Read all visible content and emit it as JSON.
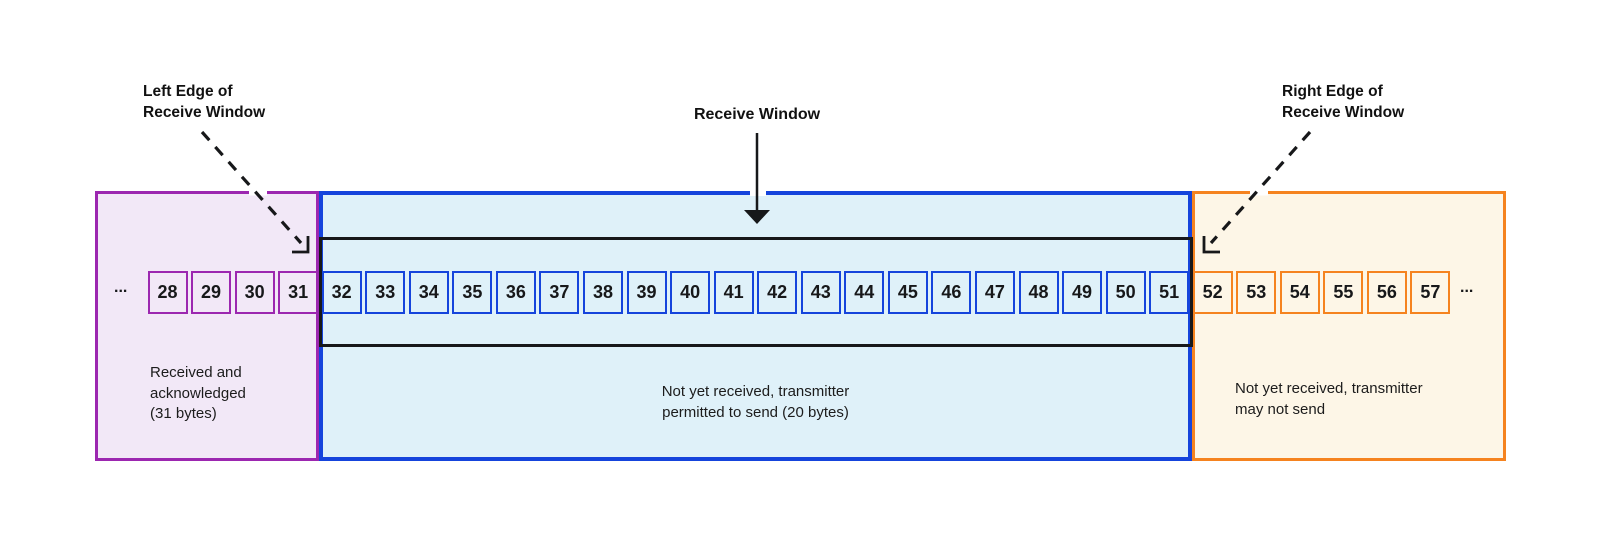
{
  "labels": {
    "left_edge": "Left Edge of\nReceive Window",
    "receive_window": "Receive Window",
    "right_edge": "Right Edge of\nReceive Window"
  },
  "segments": {
    "acknowledged": {
      "caption": "Received and\nacknowledged\n(31 bytes)",
      "cells": [
        28,
        29,
        30,
        31
      ],
      "border_color": "#9C27B0",
      "fill_color": "#F2E8F7"
    },
    "receive_window": {
      "caption": "Not yet received, transmitter\npermitted to send (20 bytes)",
      "cells": [
        32,
        33,
        34,
        35,
        36,
        37,
        38,
        39,
        40,
        41,
        42,
        43,
        44,
        45,
        46,
        47,
        48,
        49,
        50,
        51
      ],
      "border_color": "#1544DC",
      "fill_color": "#DFF1F9"
    },
    "not_sendable": {
      "caption": "Not yet received, transmitter\nmay not send",
      "cells": [
        52,
        53,
        54,
        55,
        56,
        57
      ],
      "border_color": "#F5831F",
      "fill_color": "#FDF6E7"
    }
  },
  "ellipsis_left": "...",
  "ellipsis_right": "...",
  "window_box_color": "#17181A"
}
